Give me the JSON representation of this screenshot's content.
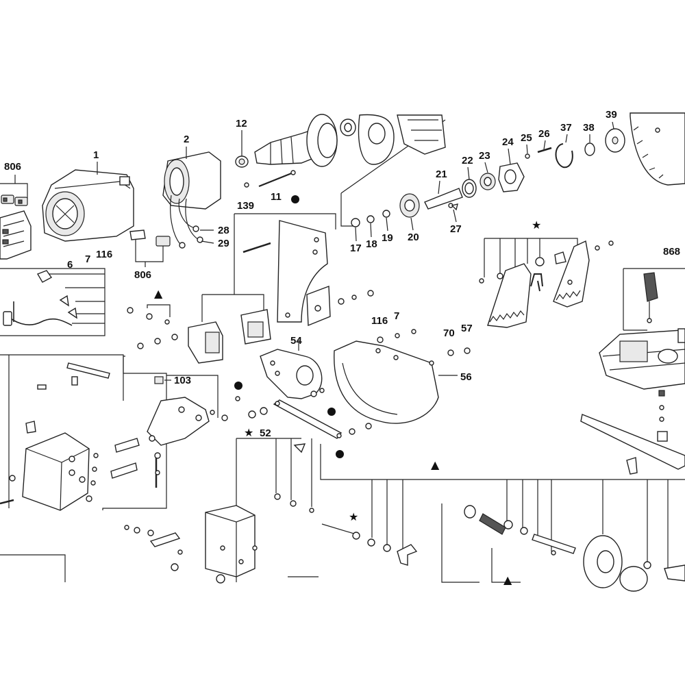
{
  "labels": {
    "l806a": "806",
    "l1": "1",
    "l2": "2",
    "l12": "12",
    "l11": "11",
    "l139": "139",
    "l28": "28",
    "l29": "29",
    "l6": "6",
    "l7a": "7",
    "l116a": "116",
    "l806b": "806",
    "l21": "21",
    "l22": "22",
    "l23": "23",
    "l24": "24",
    "l25": "25",
    "l26": "26",
    "l37": "37",
    "l38": "38",
    "l39": "39",
    "l17": "17",
    "l18": "18",
    "l19": "19",
    "l20": "20",
    "l27": "27",
    "l868": "868",
    "l116b": "116",
    "l7b": "7",
    "l54": "54",
    "l70": "70",
    "l57": "57",
    "l56": "56",
    "l103": "103",
    "l52": "52"
  },
  "symbols": {
    "triangle": "▲",
    "star": "★",
    "dot": "●"
  }
}
